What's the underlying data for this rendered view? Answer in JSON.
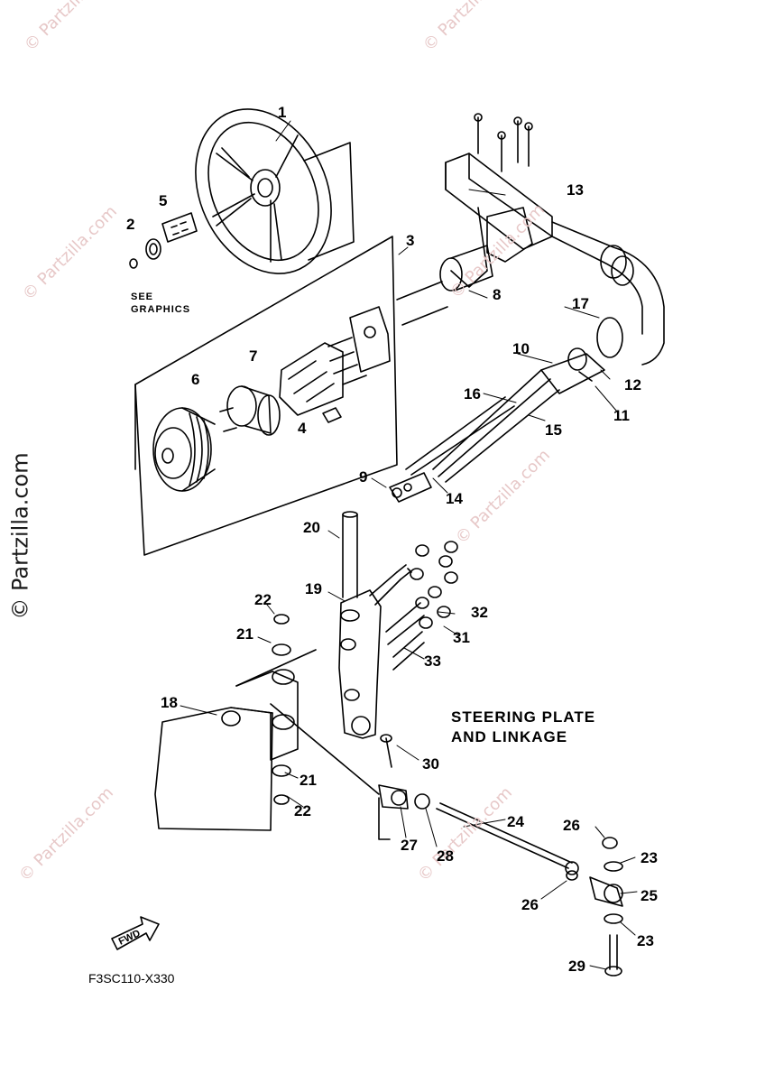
{
  "diagram": {
    "title_line1": "STEERING PLATE",
    "title_line2": "AND LINKAGE",
    "see_graphics_line1": "SEE",
    "see_graphics_line2": "GRAPHICS",
    "drawing_code": "F3SC110-X330",
    "fwd_label": "FWD",
    "watermark": "© Partzilla.com",
    "callouts": [
      "1",
      "2",
      "3",
      "4",
      "5",
      "6",
      "7",
      "8",
      "9",
      "10",
      "11",
      "12",
      "13",
      "14",
      "15",
      "16",
      "17",
      "18",
      "19",
      "20",
      "21",
      "21",
      "22",
      "22",
      "23",
      "23",
      "24",
      "25",
      "26",
      "26",
      "27",
      "28",
      "29",
      "30",
      "31",
      "32",
      "33"
    ]
  }
}
